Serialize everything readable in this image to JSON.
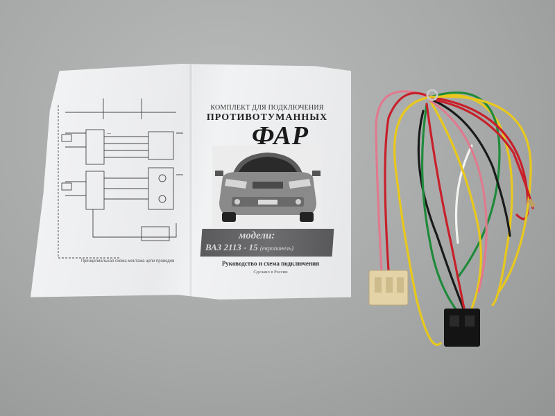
{
  "leaflet": {
    "kit_heading": "КОМПЛЕКТ ДЛЯ ПОДКЛЮЧЕНИЯ",
    "kit_title": "ПРОТИВОТУМАННЫХ",
    "kit_title_big": "ФАР",
    "model_label": "модели:",
    "model_name": "ВАЗ 2113 - 15",
    "model_note": "(европанель)",
    "guide_text": "Руководство и схема подключения",
    "made_in": "Сделано в России",
    "schematic_caption": "Принципиальная схема монтажа цепи проводов"
  },
  "colors": {
    "wire_red": "#c8202a",
    "wire_yellow": "#e8c81c",
    "wire_green": "#1f8a3a",
    "wire_pink": "#e07a8e",
    "wire_black": "#1a1a1a",
    "wire_white": "#f4f4f0",
    "connector_beige": "#e4d3a6",
    "connector_black": "#141414"
  }
}
